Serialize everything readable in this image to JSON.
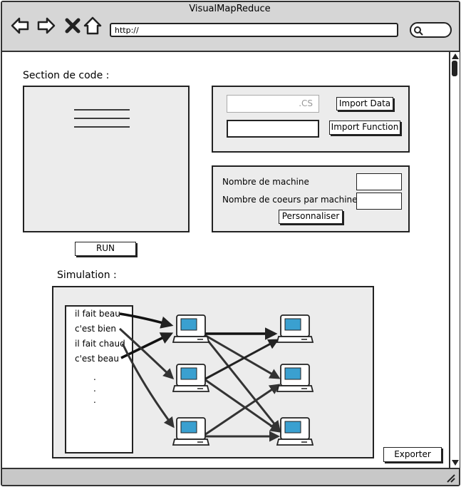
{
  "browser": {
    "title": "VisualMapReduce",
    "url": "http://"
  },
  "code_section": {
    "label": "Section de code :"
  },
  "import_panel": {
    "data_field_value": ".CS",
    "import_data_label": "Import Data",
    "function_field_value": "",
    "import_function_label": "Import Function"
  },
  "config_panel": {
    "machines_label": "Nombre de machine",
    "cores_label": "Nombre de coeurs par machine",
    "customize_label": "Personnaliser"
  },
  "run_label": "RUN",
  "simulation": {
    "label": "Simulation :",
    "inputs": [
      "il fait beau",
      "c'est bien",
      "il fait chaud",
      "c'est beau"
    ],
    "ellipsis": [
      ".",
      ".",
      "."
    ]
  },
  "export_label": "Exporter"
}
